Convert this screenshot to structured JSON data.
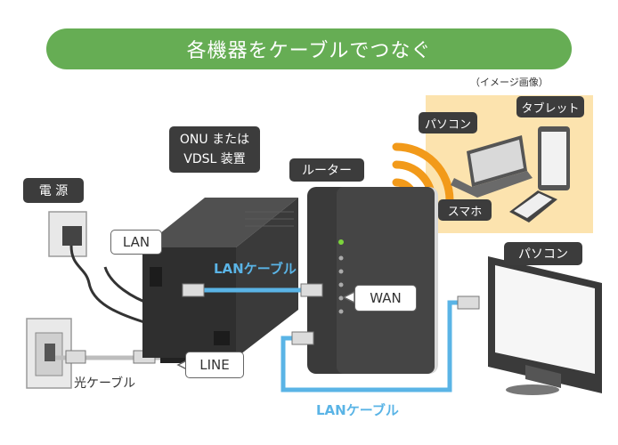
{
  "title": "各機器をケーブルでつなぐ",
  "note": "（イメージ画像）",
  "labels": {
    "power": "電 源",
    "onu_line1": "ONU または",
    "onu_line2": "VDSL 装置",
    "router": "ルーター",
    "pc_device": "パソコン",
    "tablet": "タブレット",
    "smartphone": "スマホ",
    "pc_desktop": "パソコン",
    "lan_port": "LAN",
    "line_port": "LINE",
    "wan_port": "WAN",
    "lan_cable_top": "LANケーブル",
    "lan_cable_bottom": "LANケーブル",
    "fiber_cable": "光ケーブル"
  },
  "colors": {
    "banner": "#66ad54",
    "cable_blue": "#5ab4e6",
    "wifi_orange": "#f29a1a",
    "device_panel": "#fce3ae",
    "dark": "#3c3c3c"
  }
}
